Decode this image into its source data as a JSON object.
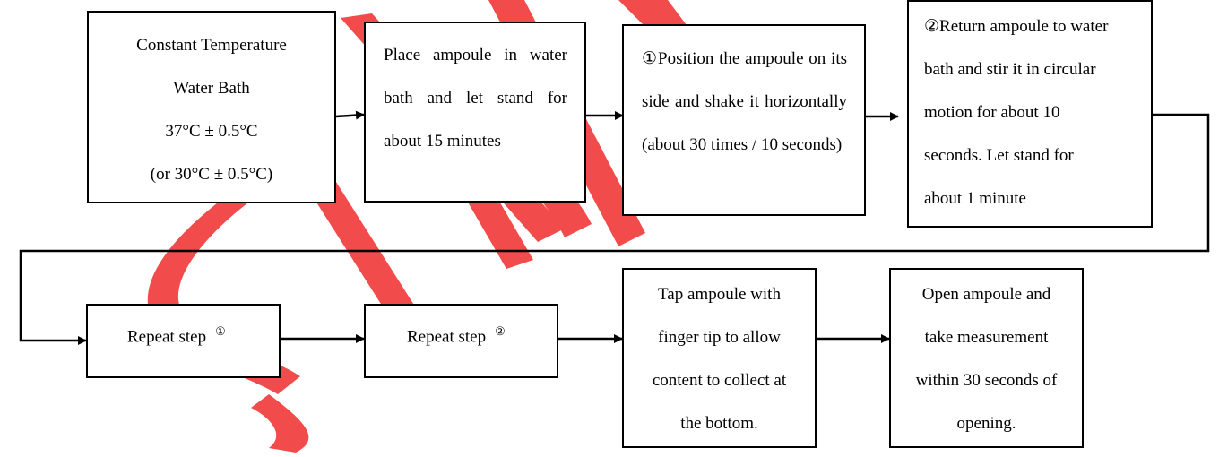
{
  "watermark": {
    "color": "#f24b4b",
    "glyphs": "watermark-strokes"
  },
  "steps": {
    "bath": {
      "line1": "Constant Temperature",
      "line2": "Water Bath",
      "line3": "37°C ± 0.5°C",
      "line4": "(or 30°C ± 0.5°C)"
    },
    "place": {
      "text": "Place ampoule in water bath and let stand for about 15 minutes"
    },
    "shake": {
      "text": "①Position the ampoule on its side and shake it horizontally (about 30 times / 10 seconds)"
    },
    "stir": {
      "line1": "②Return ampoule to water",
      "line2": "bath and stir it in circular",
      "line3": "motion for about 10",
      "line4": "seconds. Let stand for",
      "line5": "about 1 minute"
    },
    "repeat1": {
      "label": "Repeat step",
      "mark": "①"
    },
    "repeat2": {
      "label": "Repeat step",
      "mark": "②"
    },
    "tap": {
      "line1": "Tap ampoule with",
      "line2": "finger tip to allow",
      "line3": "content to collect at",
      "line4": "the bottom."
    },
    "open": {
      "line1": "Open ampoule and",
      "line2": "take measurement",
      "line3": "within 30 seconds of",
      "line4": "opening."
    }
  },
  "colors": {
    "stroke": "#000000",
    "box_fill": "#ffffff"
  }
}
